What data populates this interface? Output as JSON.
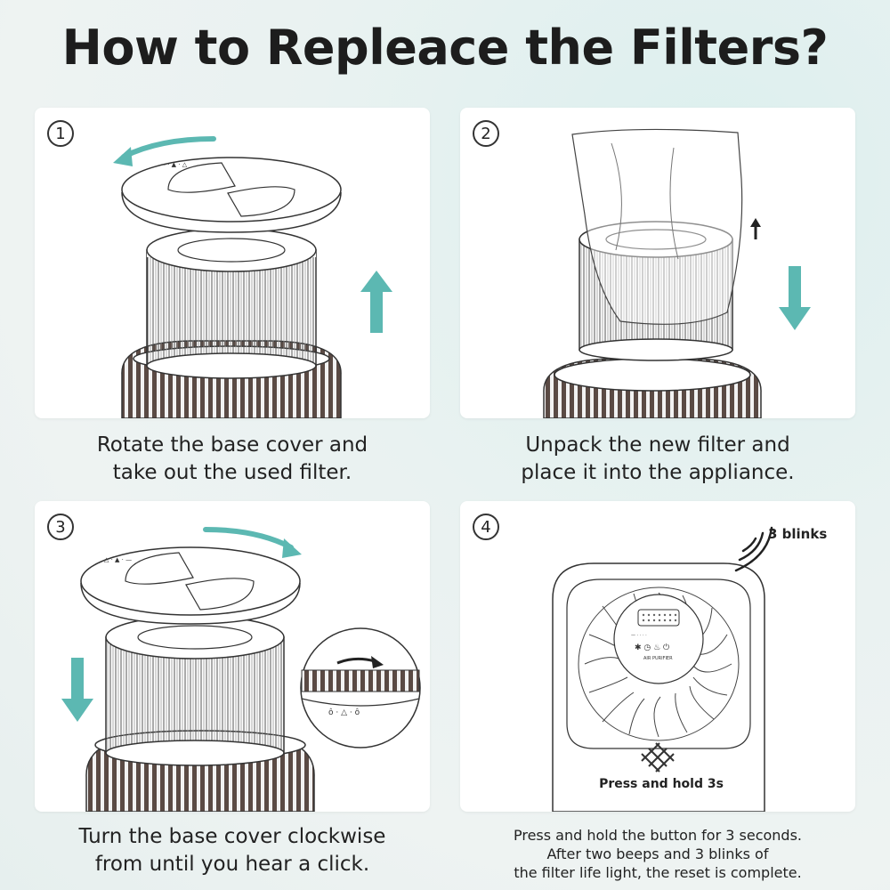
{
  "title": "How to Repleace the Filters?",
  "colors": {
    "accent": "#5cb8b2",
    "line": "#333333",
    "background": "#eaf2f1"
  },
  "steps": [
    {
      "number": "1",
      "caption_line1": "Rotate the base cover and",
      "caption_line2": "take out the used filter."
    },
    {
      "number": "2",
      "caption_line1": "Unpack the new filter and",
      "caption_line2": "place it into the appliance."
    },
    {
      "number": "3",
      "caption_line1": "Turn the base cover clockwise",
      "caption_line2": "from until you hear a click."
    },
    {
      "number": "4",
      "caption_line1": "Press and hold the button for 3 seconds.",
      "caption_line2": "After two beeps and 3 blinks of",
      "caption_line3": "the filter life light, the reset is complete."
    }
  ],
  "step4": {
    "blinks_label": "3 blinks",
    "press_label": "Press and hold 3s",
    "brand_label": "AIR PURIFIER"
  }
}
